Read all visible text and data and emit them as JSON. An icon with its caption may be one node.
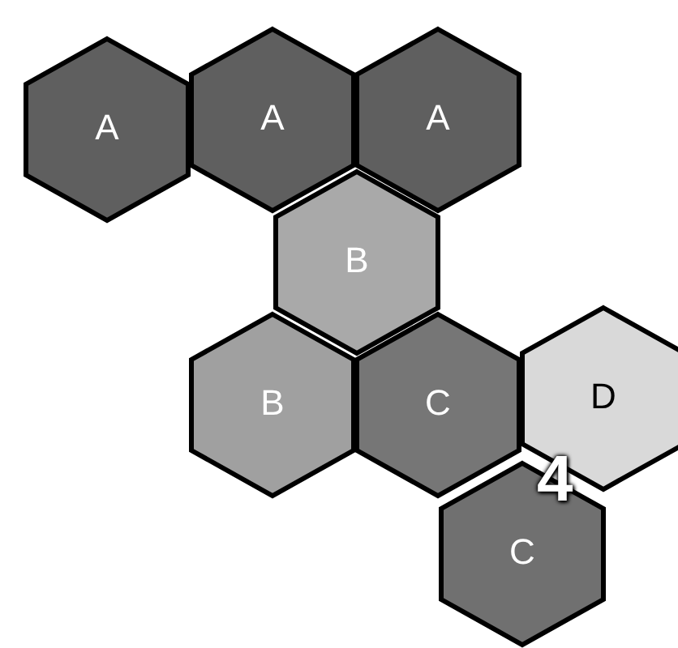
{
  "diagram": {
    "nodes": [
      {
        "text": [
          "A"
        ]
      },
      {
        "text": [
          "A"
        ]
      },
      {
        "text": [
          "A"
        ]
      },
      {
        "text": [
          "B"
        ]
      },
      {
        "text": [
          "B"
        ]
      },
      {
        "text": [
          "C"
        ]
      },
      {
        "text": [
          "D"
        ]
      },
      {
        "text": [
          "C"
        ]
      }
    ],
    "labels": [
      "4"
    ]
  }
}
